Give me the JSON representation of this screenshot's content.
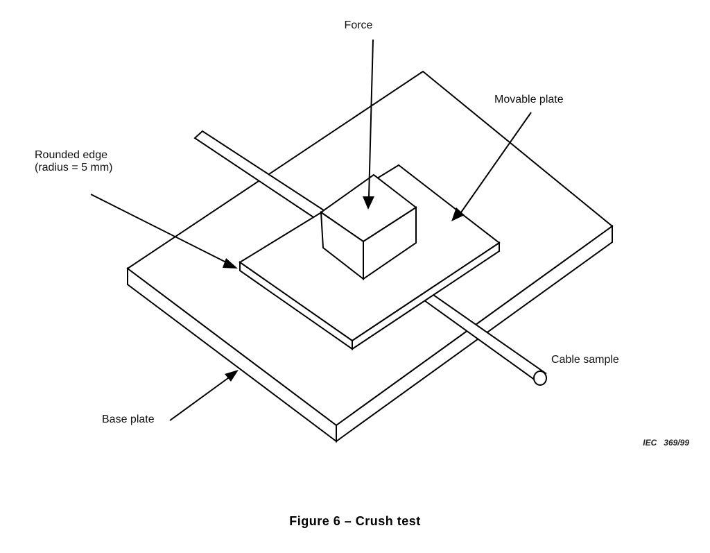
{
  "figure": {
    "caption": "Figure 6 – Crush test",
    "reference": "IEC   369/99"
  },
  "labels": {
    "force": "Force",
    "movable_plate": "Movable plate",
    "rounded_edge_line1": "Rounded edge",
    "rounded_edge_line2": "(radius = 5 mm)",
    "cable_sample": "Cable sample",
    "base_plate": "Base plate"
  },
  "components": [
    "base plate",
    "cable sample",
    "movable plate",
    "force block"
  ]
}
